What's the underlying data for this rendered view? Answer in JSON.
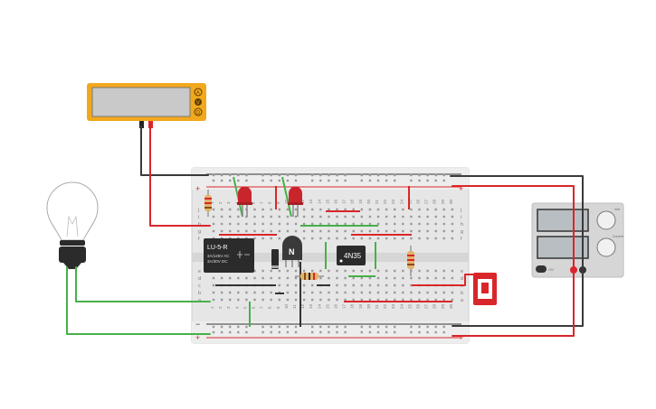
{
  "multimeter": {
    "modes": [
      "A",
      "V",
      "Ω"
    ],
    "display_value": ""
  },
  "relay": {
    "part": "LU-5-R",
    "rating_line1": "3A/125V AC",
    "rating_line2": "3A/30V DC"
  },
  "transistor": {
    "label": "N"
  },
  "optocoupler": {
    "label": "4N35"
  },
  "breadboard": {
    "rail_plus": "+",
    "rail_minus": "−",
    "row_letters_top": [
      "j",
      "i",
      "h",
      "g",
      "f"
    ],
    "row_letters_bottom": [
      "e",
      "d",
      "c",
      "b",
      "a"
    ],
    "column_numbers": [
      "1",
      "2",
      "3",
      "4",
      "5",
      "6",
      "7",
      "8",
      "9",
      "10",
      "11",
      "12",
      "13",
      "14",
      "15",
      "16",
      "17",
      "18",
      "19",
      "20",
      "21",
      "22",
      "23",
      "24",
      "25",
      "26",
      "27",
      "28",
      "29",
      "30"
    ]
  },
  "power_supply": {
    "knob_label_top": "Volt",
    "knob_label_bottom": "Current",
    "output_label": "ON"
  },
  "colors": {
    "wire_red": "#d9262a",
    "wire_black": "#3a3a3a",
    "wire_green": "#47b04a",
    "multimeter_body": "#f2a81d",
    "breadboard": "#e8e8e8"
  }
}
